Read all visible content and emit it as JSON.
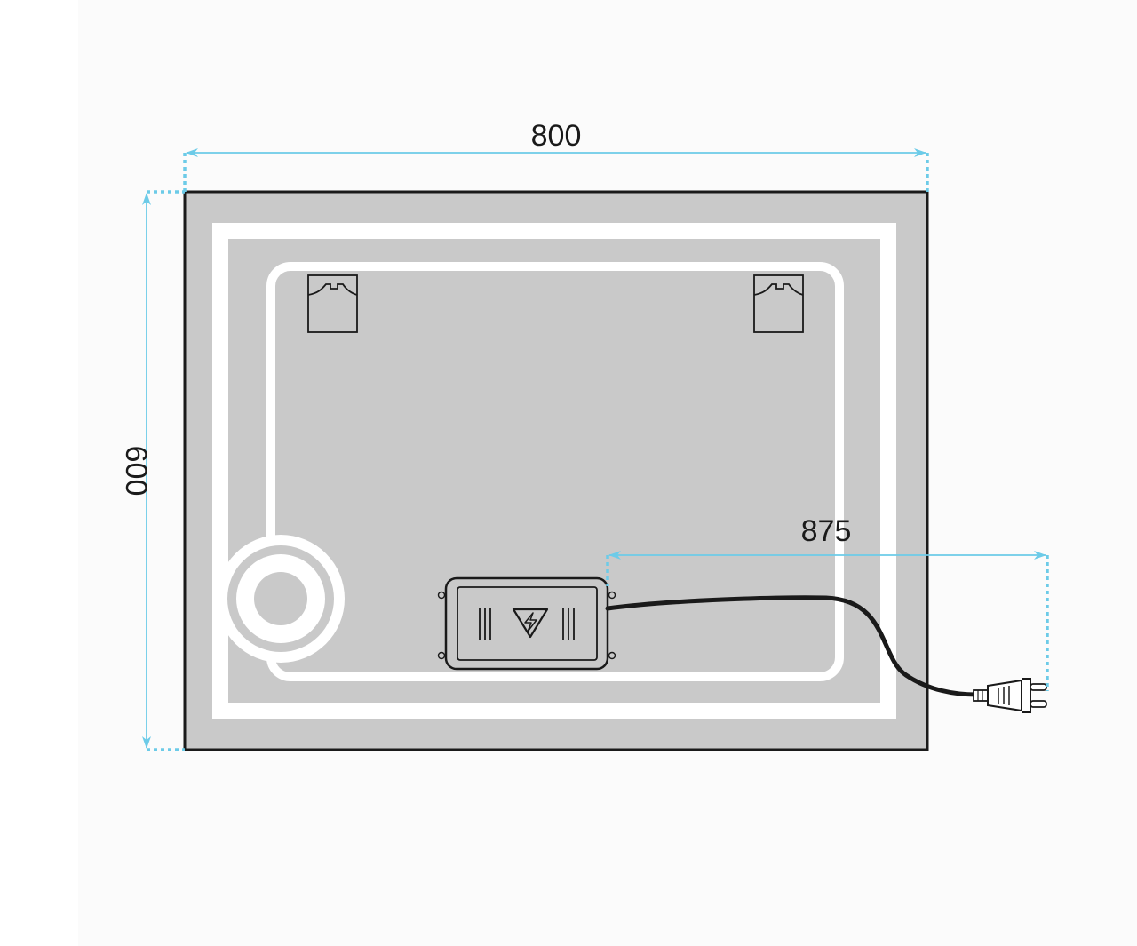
{
  "dimensions": {
    "width": "800",
    "height": "600",
    "cable_length": "875"
  },
  "colors": {
    "dimension_line": "#6ccbe8",
    "mirror_fill": "#c9c9c9",
    "led_strip": "#ffffff",
    "outline": "#1a1a1a"
  },
  "icons": {
    "mounting_bracket": "hanger-bracket-icon",
    "power_unit": "power-box-icon",
    "warning": "electric-hazard-triangle-icon",
    "plug": "plug-icon",
    "magnifier": "magnifier-mirror-icon"
  }
}
